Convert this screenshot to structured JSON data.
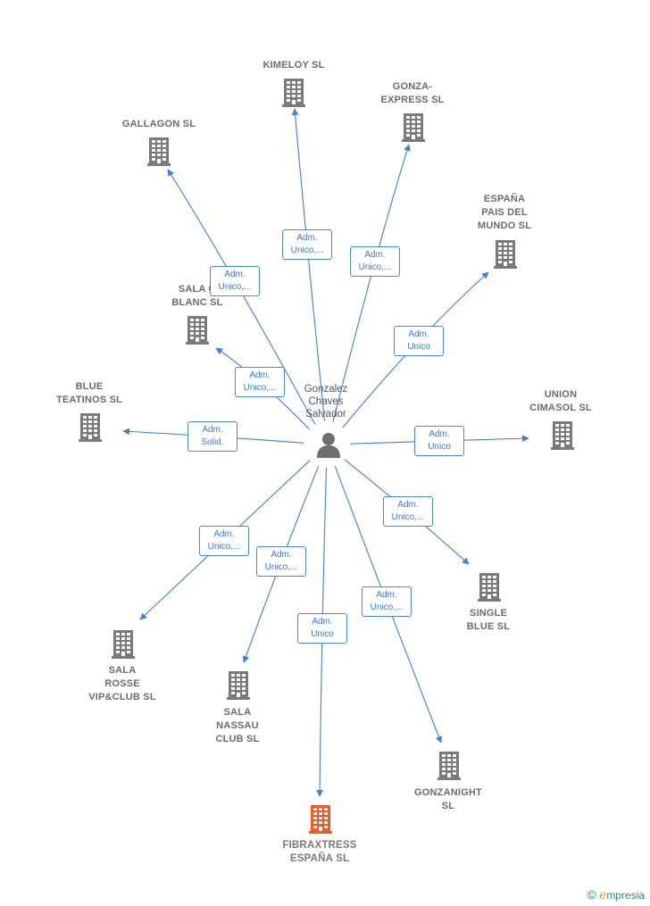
{
  "person": {
    "lines": [
      "Gonzalez",
      "Chaves",
      "Salvador"
    ]
  },
  "colors": {
    "edge": "#3f7fd6",
    "building": "#7a7a7a",
    "building_main": "#f05a28",
    "label": "#6b6b6b"
  },
  "nodes": [
    {
      "id": "kimeloy",
      "lines": [
        "KIMELOY  SL"
      ],
      "icon": "building-icon"
    },
    {
      "id": "gonza-express",
      "lines": [
        "GONZA-",
        "EXPRESS  SL"
      ],
      "icon": "building-icon"
    },
    {
      "id": "gallagon",
      "lines": [
        "GALLAGON  SL"
      ],
      "icon": "building-icon"
    },
    {
      "id": "espana-pais",
      "lines": [
        "ESPAÑA",
        "PAIS DEL",
        "MUNDO  SL"
      ],
      "icon": "building-icon"
    },
    {
      "id": "sala-oblanc",
      "lines": [
        "SALA O",
        "BLANC  SL"
      ],
      "icon": "building-icon"
    },
    {
      "id": "blue-teatinos",
      "lines": [
        "BLUE",
        "TEATINOS  SL"
      ],
      "icon": "building-icon"
    },
    {
      "id": "union-cimasol",
      "lines": [
        "UNION",
        "CIMASOL  SL"
      ],
      "icon": "building-icon"
    },
    {
      "id": "single-blue",
      "lines": [
        "SINGLE",
        "BLUE  SL"
      ],
      "icon": "building-icon"
    },
    {
      "id": "sala-rosse",
      "lines": [
        "SALA",
        "ROSSE",
        "VIP&CLUB  SL"
      ],
      "icon": "building-icon"
    },
    {
      "id": "sala-nassau",
      "lines": [
        "SALA",
        "NASSAU",
        "CLUB  SL"
      ],
      "icon": "building-icon"
    },
    {
      "id": "gonzanight",
      "lines": [
        "GONZANIGHT",
        "SL"
      ],
      "icon": "building-icon"
    },
    {
      "id": "fibraxtress",
      "lines": [
        "FIBRAXTRESS",
        "ESPAÑA  SL"
      ],
      "icon": "building-icon",
      "main": true
    }
  ],
  "roles": [
    {
      "target": "kimeloy",
      "lines": [
        "Adm.",
        "Unico,..."
      ]
    },
    {
      "target": "gonza-express",
      "lines": [
        "Adm.",
        "Unico,..."
      ]
    },
    {
      "target": "gallagon",
      "lines": [
        "Adm.",
        "Unico,..."
      ]
    },
    {
      "target": "espana-pais",
      "lines": [
        "Adm.",
        "Unico"
      ]
    },
    {
      "target": "sala-oblanc",
      "lines": [
        "Adm.",
        "Unico,..."
      ]
    },
    {
      "target": "blue-teatinos",
      "lines": [
        "Adm.",
        "Solid."
      ]
    },
    {
      "target": "union-cimasol",
      "lines": [
        "Adm.",
        "Unico"
      ]
    },
    {
      "target": "single-blue",
      "lines": [
        "Adm.",
        "Unico,..."
      ]
    },
    {
      "target": "sala-rosse",
      "lines": [
        "Adm.",
        "Unico,..."
      ]
    },
    {
      "target": "sala-nassau",
      "lines": [
        "Adm.",
        "Unico,..."
      ]
    },
    {
      "target": "gonzanight",
      "lines": [
        "Adm.",
        "Unico,..."
      ]
    },
    {
      "target": "fibraxtress",
      "lines": [
        "Adm.",
        "Unico"
      ]
    }
  ],
  "brand": {
    "copyright": "©",
    "e": "e",
    "rest": "mpresia"
  }
}
